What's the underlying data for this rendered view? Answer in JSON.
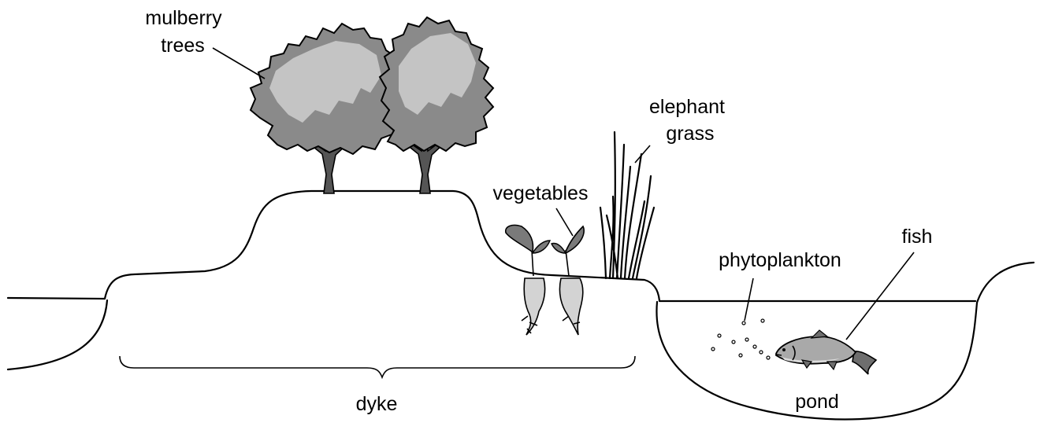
{
  "labels": {
    "mulberry_line1": "mulberry",
    "mulberry_line2": "trees",
    "elephant_line1": "elephant",
    "elephant_line2": "grass",
    "vegetables": "vegetables",
    "phytoplankton": "phytoplankton",
    "fish": "fish",
    "dyke": "dyke",
    "pond": "pond"
  },
  "colors": {
    "outline": "#000000",
    "tree_dark": "#8a8a8a",
    "tree_light": "#c4c4c4",
    "trunk": "#555555",
    "leaf": "#7a7a7a",
    "root": "#d3d3d3",
    "fish_body": "#a9a9a9",
    "fish_belly": "#dcdcdc"
  }
}
